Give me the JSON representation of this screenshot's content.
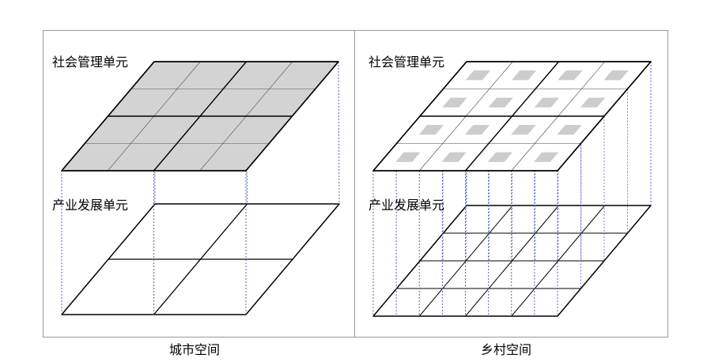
{
  "colors": {
    "background": "#ffffff",
    "border": "#999999",
    "lines": "#000000",
    "dashed_links": "#5566cc",
    "management_fill_urban": "#d3d3d3",
    "patch_fill_rural": "#cccccc"
  },
  "panels": [
    {
      "key": "urban",
      "upper_label": "社会管理单元",
      "lower_label": "产业发展单元",
      "caption": "城市空间"
    },
    {
      "key": "rural",
      "upper_label": "社会管理单元",
      "lower_label": "产业发展单元",
      "caption": "乡村空间"
    }
  ]
}
